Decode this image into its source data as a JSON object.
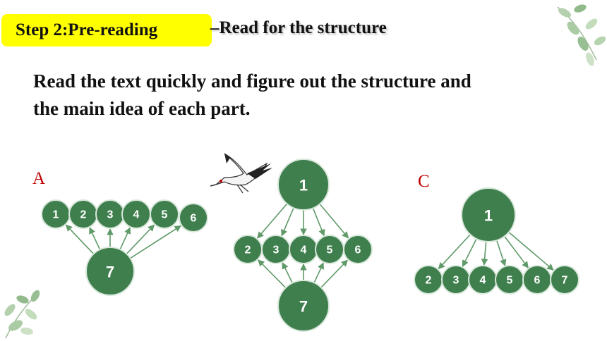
{
  "header": {
    "step_label": "Step 2:Pre-reading",
    "subtitle": "–Read for the structure"
  },
  "instruction": {
    "line1": "Read the text quickly and figure out the structure and",
    "line2": "the main idea of each part."
  },
  "colors": {
    "badge": "#ffff00",
    "node_fill": "#3f7f4d",
    "node_stroke": "#d9e8dc",
    "arrow": "#5f9a68",
    "option_label": "#c00000"
  },
  "options": [
    {
      "label": "A",
      "row_nodes": [
        "1",
        "2",
        "3",
        "4",
        "5",
        "6"
      ],
      "hub": "7"
    },
    {
      "label": "",
      "top_hub": "1",
      "row_nodes": [
        "2",
        "3",
        "4",
        "5",
        "6"
      ],
      "bottom_hub": "7"
    },
    {
      "label": "C",
      "top_hub": "1",
      "row_nodes": [
        "2",
        "3",
        "4",
        "5",
        "6",
        "7"
      ]
    }
  ],
  "decorations": [
    "crane-illustration",
    "leaf-sprig-top-right",
    "leaf-sprig-bottom-left"
  ]
}
